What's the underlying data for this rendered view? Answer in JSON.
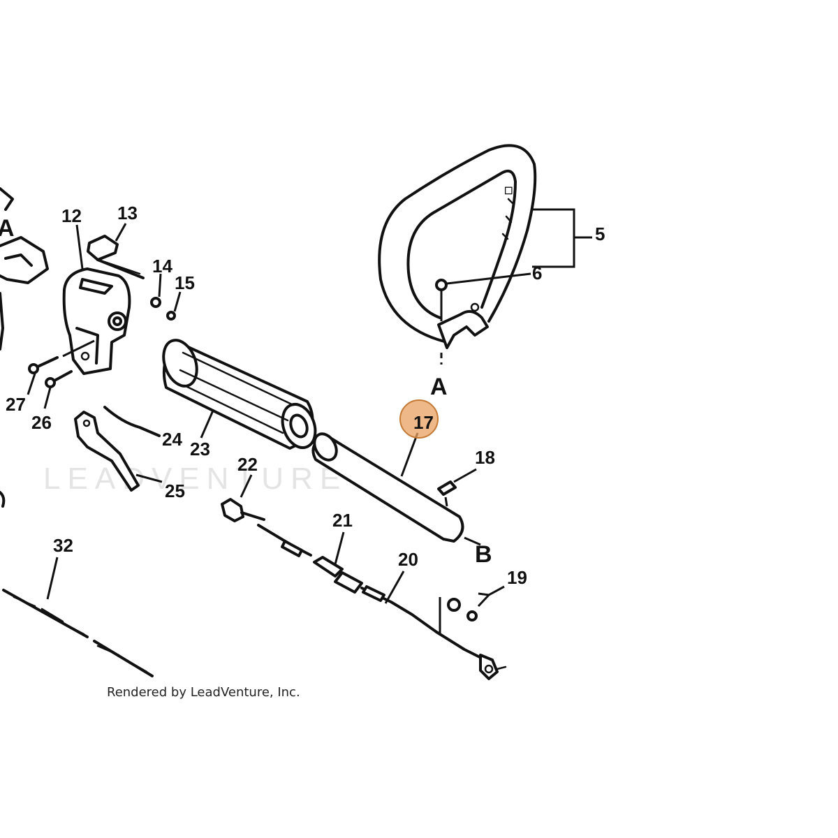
{
  "diagram": {
    "part_numbers": [
      "5",
      "6",
      "12",
      "13",
      "14",
      "15",
      "17",
      "18",
      "19",
      "20",
      "21",
      "22",
      "23",
      "24",
      "25",
      "26",
      "27",
      "32"
    ],
    "reference_marks": [
      "A",
      "A",
      "B"
    ],
    "highlighted_part": "17",
    "highlight_color": "#e8a061",
    "watermark": "LEADVENTURE",
    "footer": "Rendered by LeadVenture, Inc."
  }
}
